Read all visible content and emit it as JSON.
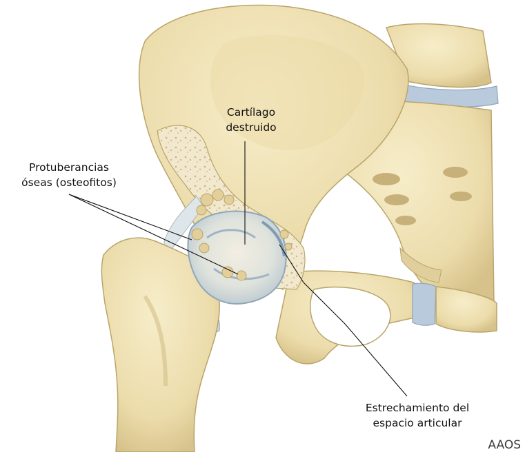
{
  "labels": {
    "cartilage_line1": "Cartílago",
    "cartilage_line2": "destruido",
    "osteophytes_line1": "Protuberancias",
    "osteophytes_line2": "óseas (osteofitos)",
    "narrowing_line1": "Estrechamiento del",
    "narrowing_line2": "espacio articular"
  },
  "credit": "AAOS",
  "colors": {
    "bone": "#efe3b8",
    "bone_shadow": "#d9c78f",
    "bone_outline": "#b9a46a",
    "cartilage": "#aebfd0",
    "marrow": "#f4ecd4",
    "osteophyte": "#e2cf9a",
    "ligament": "#dfe6ea"
  }
}
